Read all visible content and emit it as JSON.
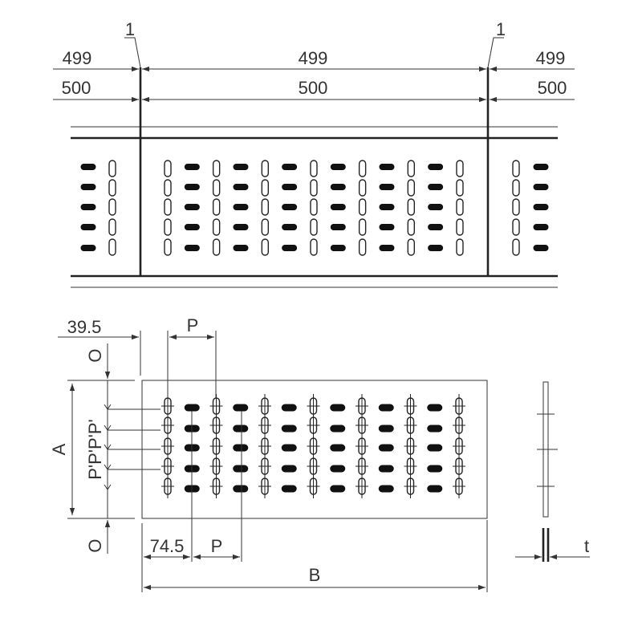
{
  "dimensions": {
    "gap_top_left": "1",
    "gap_top_right": "1",
    "width_499_left": "499",
    "width_499_center": "499",
    "width_499_right": "499",
    "width_500_left": "500",
    "width_500_center": "500",
    "width_500_right": "500",
    "offset_39_5": "39.5",
    "pitch_p_top": "P",
    "offset_o_top": "O",
    "height_a": "A",
    "pitch_p_prime_stack": "P'P'P'P'",
    "offset_o_bottom": "O",
    "offset_74_5": "74.5",
    "pitch_p_bottom": "P",
    "length_b": "B",
    "thickness_t": "t"
  }
}
